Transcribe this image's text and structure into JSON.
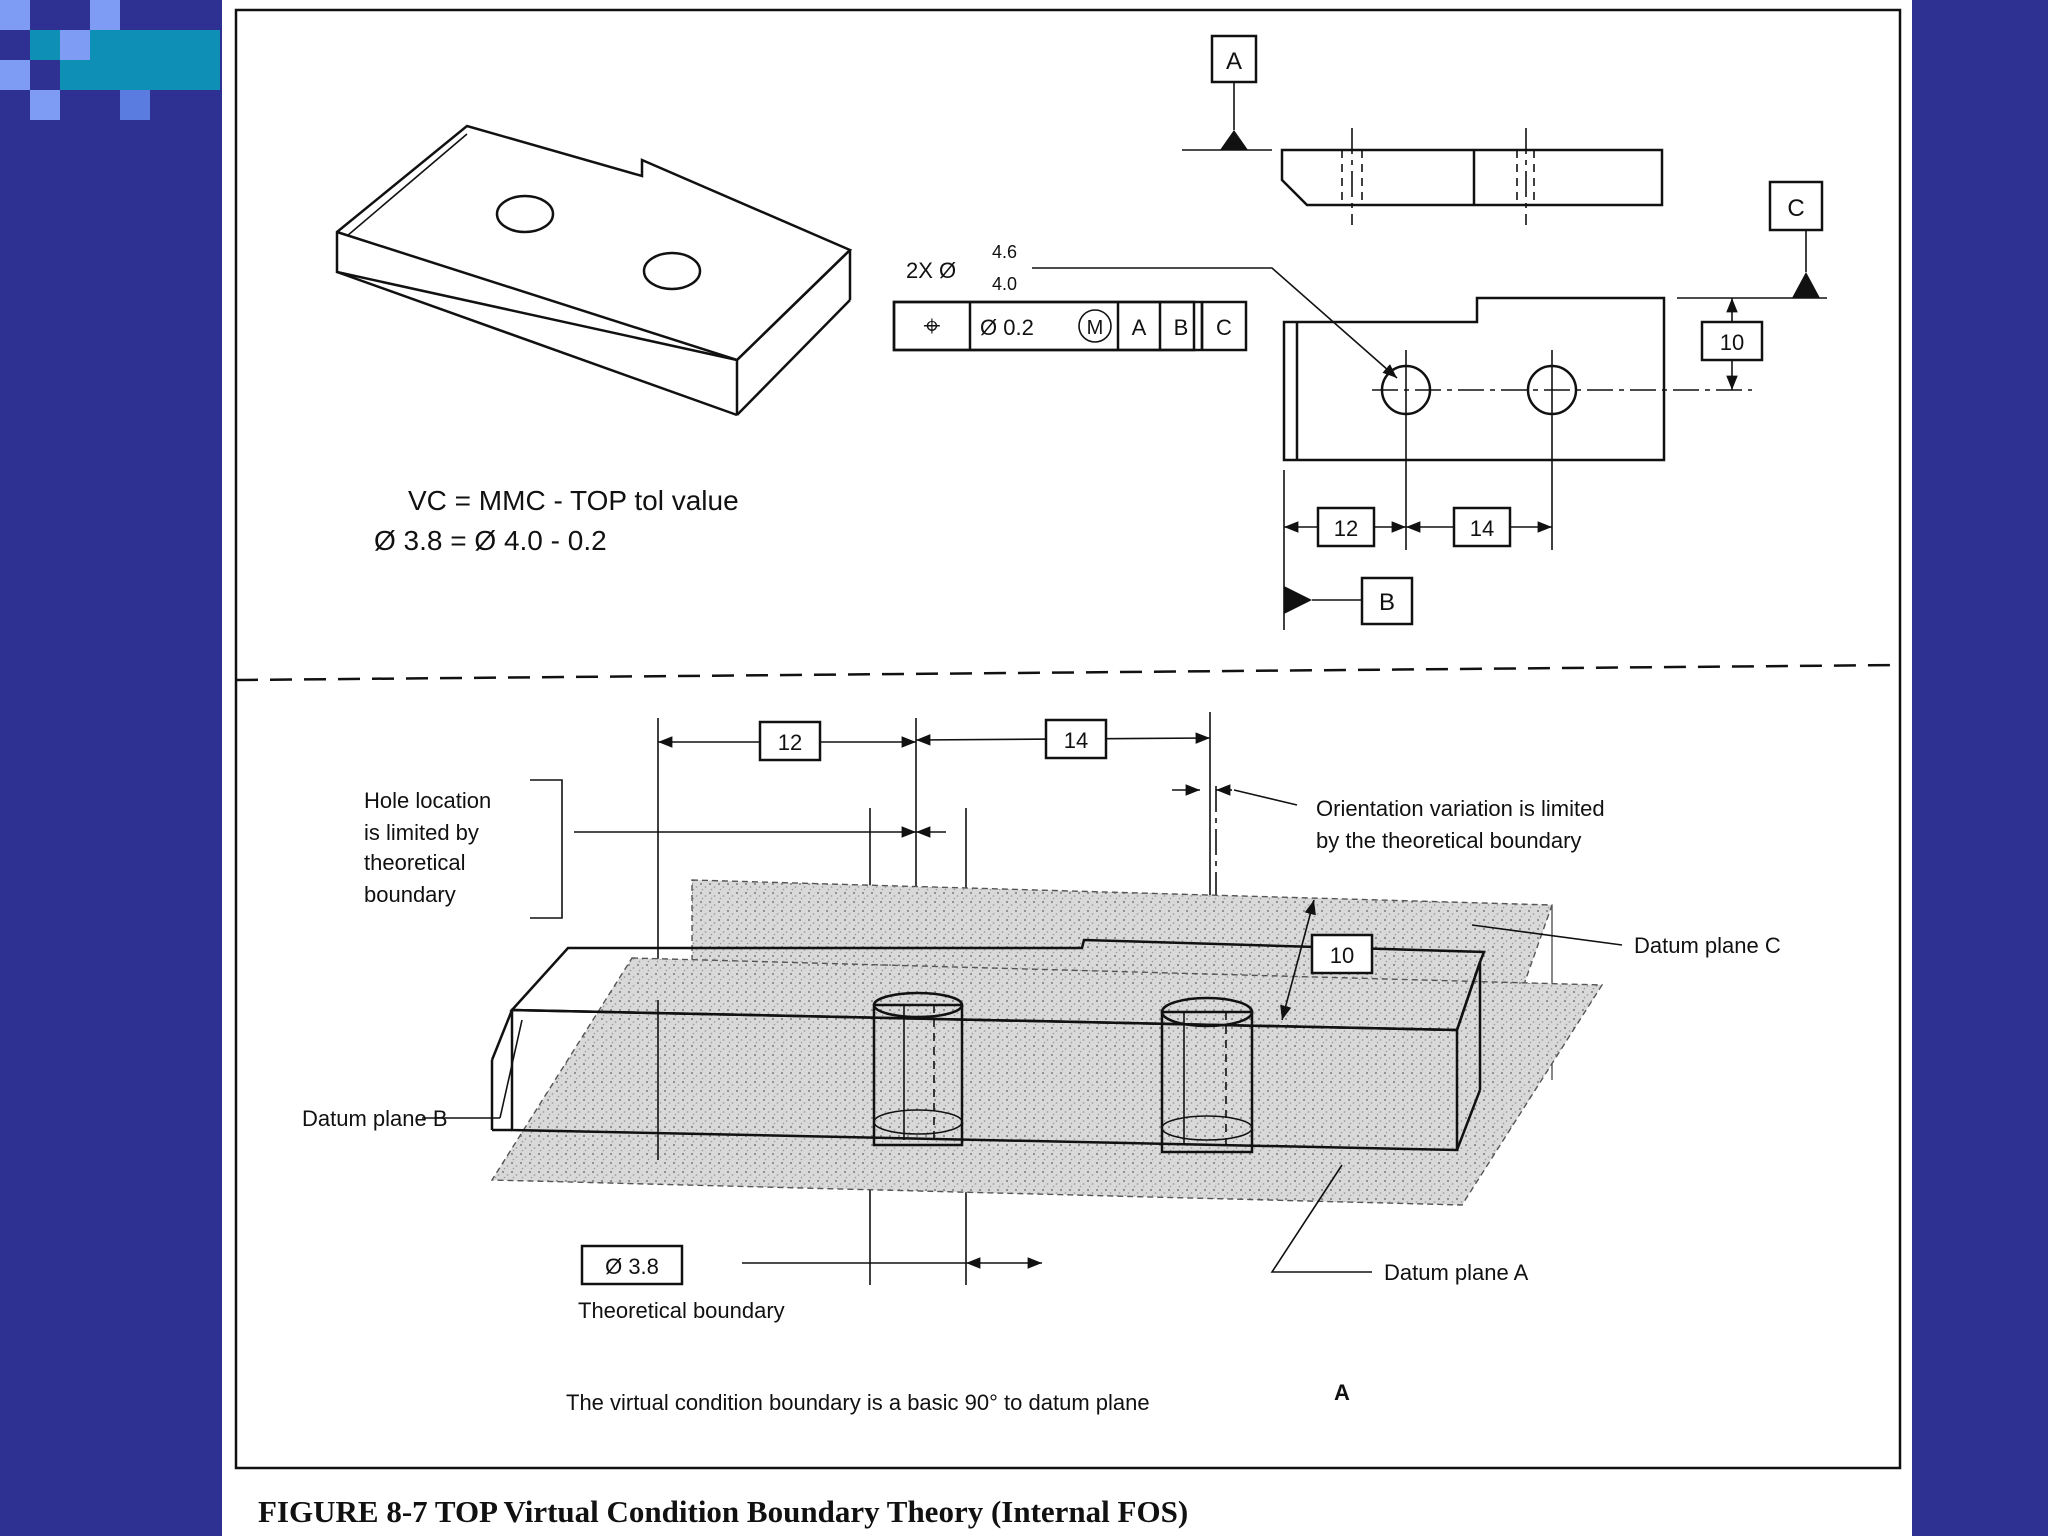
{
  "colors": {
    "background": "#2e3192",
    "page": "#ffffff",
    "deco_light": "#7f9cf5",
    "deco_dark": "#0e8fb5"
  },
  "top": {
    "datum_a": "A",
    "datum_b": "B",
    "datum_c": "C",
    "hole_note": {
      "count": "2X Ø",
      "upper": "4.6",
      "lower": "4.0"
    },
    "fcf": {
      "symbol": "⌖",
      "tolerance": "Ø 0.2",
      "modifier": "M",
      "datum1": "A",
      "datum2": "B",
      "datum3": "C"
    },
    "dim_10": "10",
    "dim_12": "12",
    "dim_14": "14",
    "formula_line1": "VC = MMC - TOP tol value",
    "formula_line2": "Ø 3.8 = Ø 4.0 - 0.2"
  },
  "bottom": {
    "dim_12": "12",
    "dim_14": "14",
    "dim_10": "10",
    "hole_location_note": [
      "Hole location",
      "is limited by",
      "theoretical",
      "boundary"
    ],
    "orientation_note": [
      "Orientation variation is limited",
      "by the theoretical boundary"
    ],
    "datum_plane_c": "Datum plane C",
    "datum_plane_b": "Datum plane B",
    "datum_plane_a": "Datum plane A",
    "boundary_size": "Ø 3.8",
    "boundary_label": "Theoretical boundary",
    "footnote": "The virtual condition boundary is a basic 90° to datum plane",
    "footnote_datum": "A"
  },
  "caption": "FIGURE 8-7 TOP Virtual Condition Boundary Theory (Internal FOS)"
}
